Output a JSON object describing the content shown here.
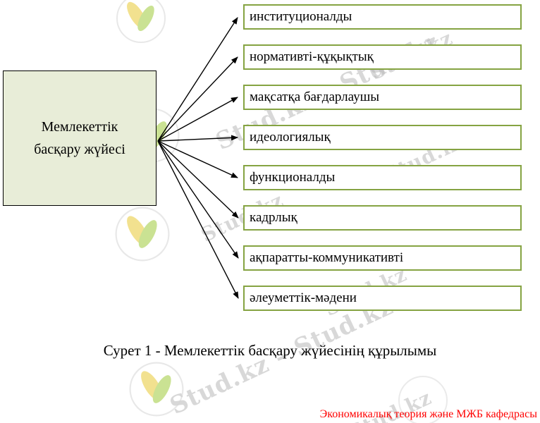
{
  "diagram": {
    "root": {
      "label": "Мемлекеттік басқару жүйесі"
    },
    "branches": [
      {
        "label": "институционалды"
      },
      {
        "label": "нормативті-құқықтық"
      },
      {
        "label": "мақсатқа бағдарлаушы"
      },
      {
        "label": "идеологиялық"
      },
      {
        "label": "функционалды"
      },
      {
        "label": "кадрлық"
      },
      {
        "label": "ақпаратты-коммуникативті"
      },
      {
        "label": "әлеуметтік-мәдени"
      }
    ],
    "caption": "Сурет 1 - Мемлекеттік басқару жүйесінің құрылымы",
    "footer": "Экономикалық теория және МЖБ кафедрасы"
  },
  "watermark": {
    "text": "Stud.kz",
    "text_pair": "Stud.kz – Stud.kz"
  },
  "colors": {
    "root_fill": "#e8edd8",
    "branch_border": "#85a342",
    "arrow": "#000000",
    "footer_text": "#ff0000",
    "watermark_gray": "#b9b9b9"
  }
}
